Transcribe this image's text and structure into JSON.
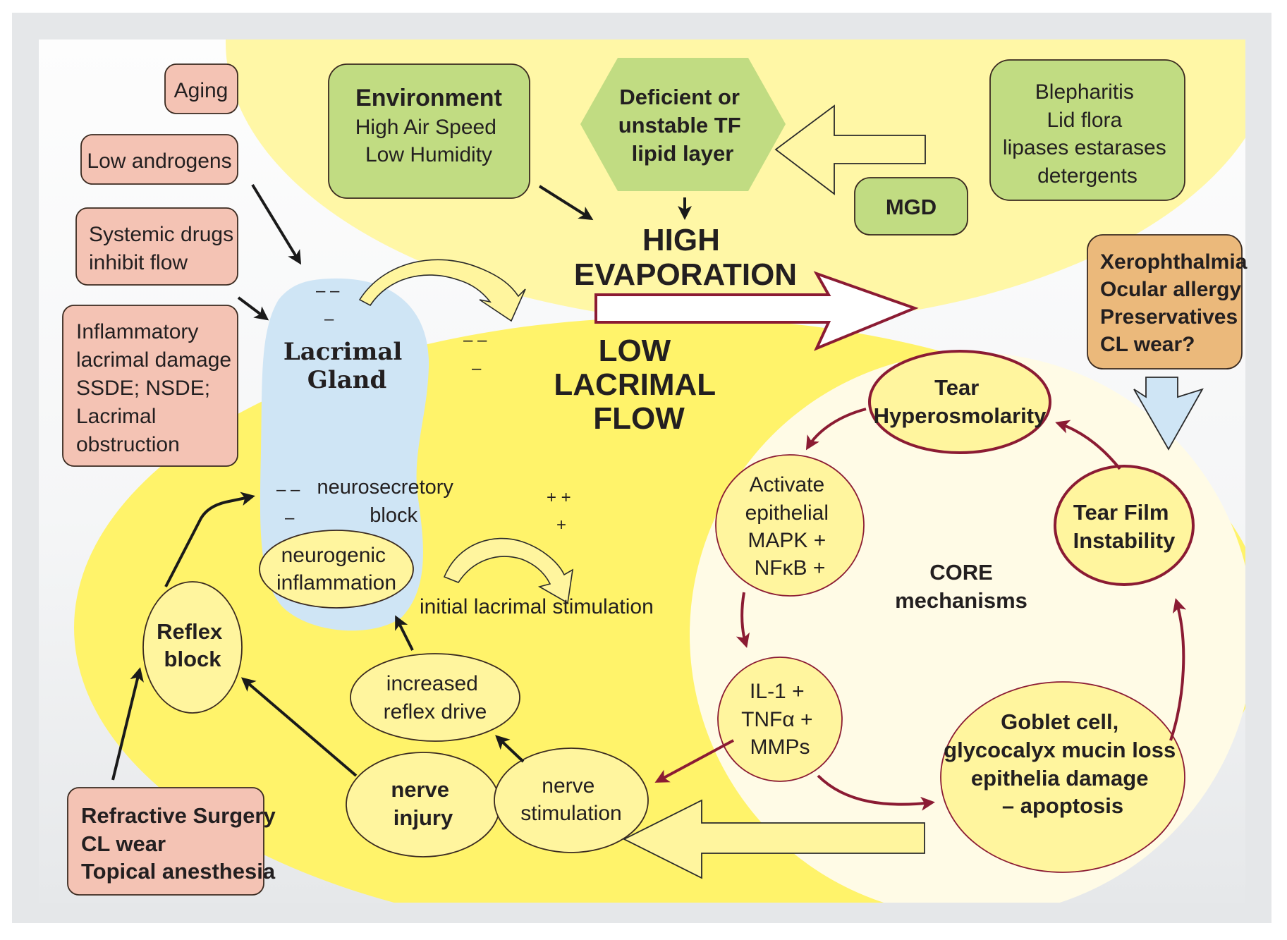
{
  "colors": {
    "frame": "#e5e7e9",
    "panel_top": "#fbfbfb",
    "pale_yellow": "#fff7a6",
    "yellow": "#fff36a",
    "cream": "#fffbe6",
    "gland_blue": "#cfe5f5",
    "pink": "#f4c3b4",
    "green": "#c1dc82",
    "orange": "#ebb97b",
    "dark_red": "#8b1b33"
  },
  "risk_factors": {
    "aging": "Aging",
    "low_androgens": "Low androgens",
    "systemic_drugs": [
      "Systemic drugs",
      "inhibit flow"
    ],
    "inflammatory": [
      "Inflammatory",
      "lacrimal damage",
      "SSDE; NSDE;",
      "Lacrimal",
      "obstruction"
    ],
    "refractive": [
      "Refractive Surgery",
      "CL wear",
      "Topical anesthesia"
    ],
    "xerophthalmia": [
      "Xerophthalmia",
      "Ocular allergy",
      "Preservatives",
      "CL wear?"
    ]
  },
  "environment": {
    "title": "Environment",
    "lines": [
      "High Air Speed",
      "Low Humidity"
    ]
  },
  "lipid_layer": [
    "Deficient or",
    "unstable TF",
    "lipid layer"
  ],
  "blepharitis": [
    "Blepharitis",
    "Lid flora",
    "lipases estarases",
    "detergents"
  ],
  "mgd": "MGD",
  "high_evaporation": [
    "HIGH",
    "EVAPORATION"
  ],
  "low_lacrimal_flow": [
    "LOW",
    "LACRIMAL",
    "FLOW"
  ],
  "lacrimal_gland": {
    "title": [
      "Lacrimal",
      "Gland"
    ],
    "minus_top": [
      "– –",
      "–"
    ],
    "minus_right": [
      "– –",
      "–"
    ],
    "minus_lower": [
      "– –",
      "–"
    ],
    "neurosecretory": [
      "neurosecretory",
      "block"
    ],
    "neurogenic": [
      "neurogenic",
      "inflammation"
    ]
  },
  "stimulation": {
    "plus": [
      "+ +",
      "+"
    ],
    "label": "initial lacrimal stimulation"
  },
  "reflex": {
    "reflex_block": [
      "Reflex",
      "block"
    ],
    "increased_drive": [
      "increased",
      "reflex drive"
    ],
    "nerve_injury": [
      "nerve",
      "injury"
    ],
    "nerve_stimulation": [
      "nerve",
      "stimulation"
    ]
  },
  "core": {
    "title": "CORE",
    "subtitle": "mechanisms",
    "hyperosmolarity": [
      "Tear",
      "Hyperosmolarity"
    ],
    "activate": [
      "Activate",
      "epithelial",
      "MAPK +",
      "NFκB +"
    ],
    "tear_film": [
      "Tear Film",
      "Instability"
    ],
    "cytokines": [
      "IL-1 +",
      "TNFα +",
      "MMPs"
    ],
    "goblet": [
      "Goblet cell,",
      "glycocalyx mucin loss",
      "epithelia damage",
      "– apoptosis"
    ]
  }
}
